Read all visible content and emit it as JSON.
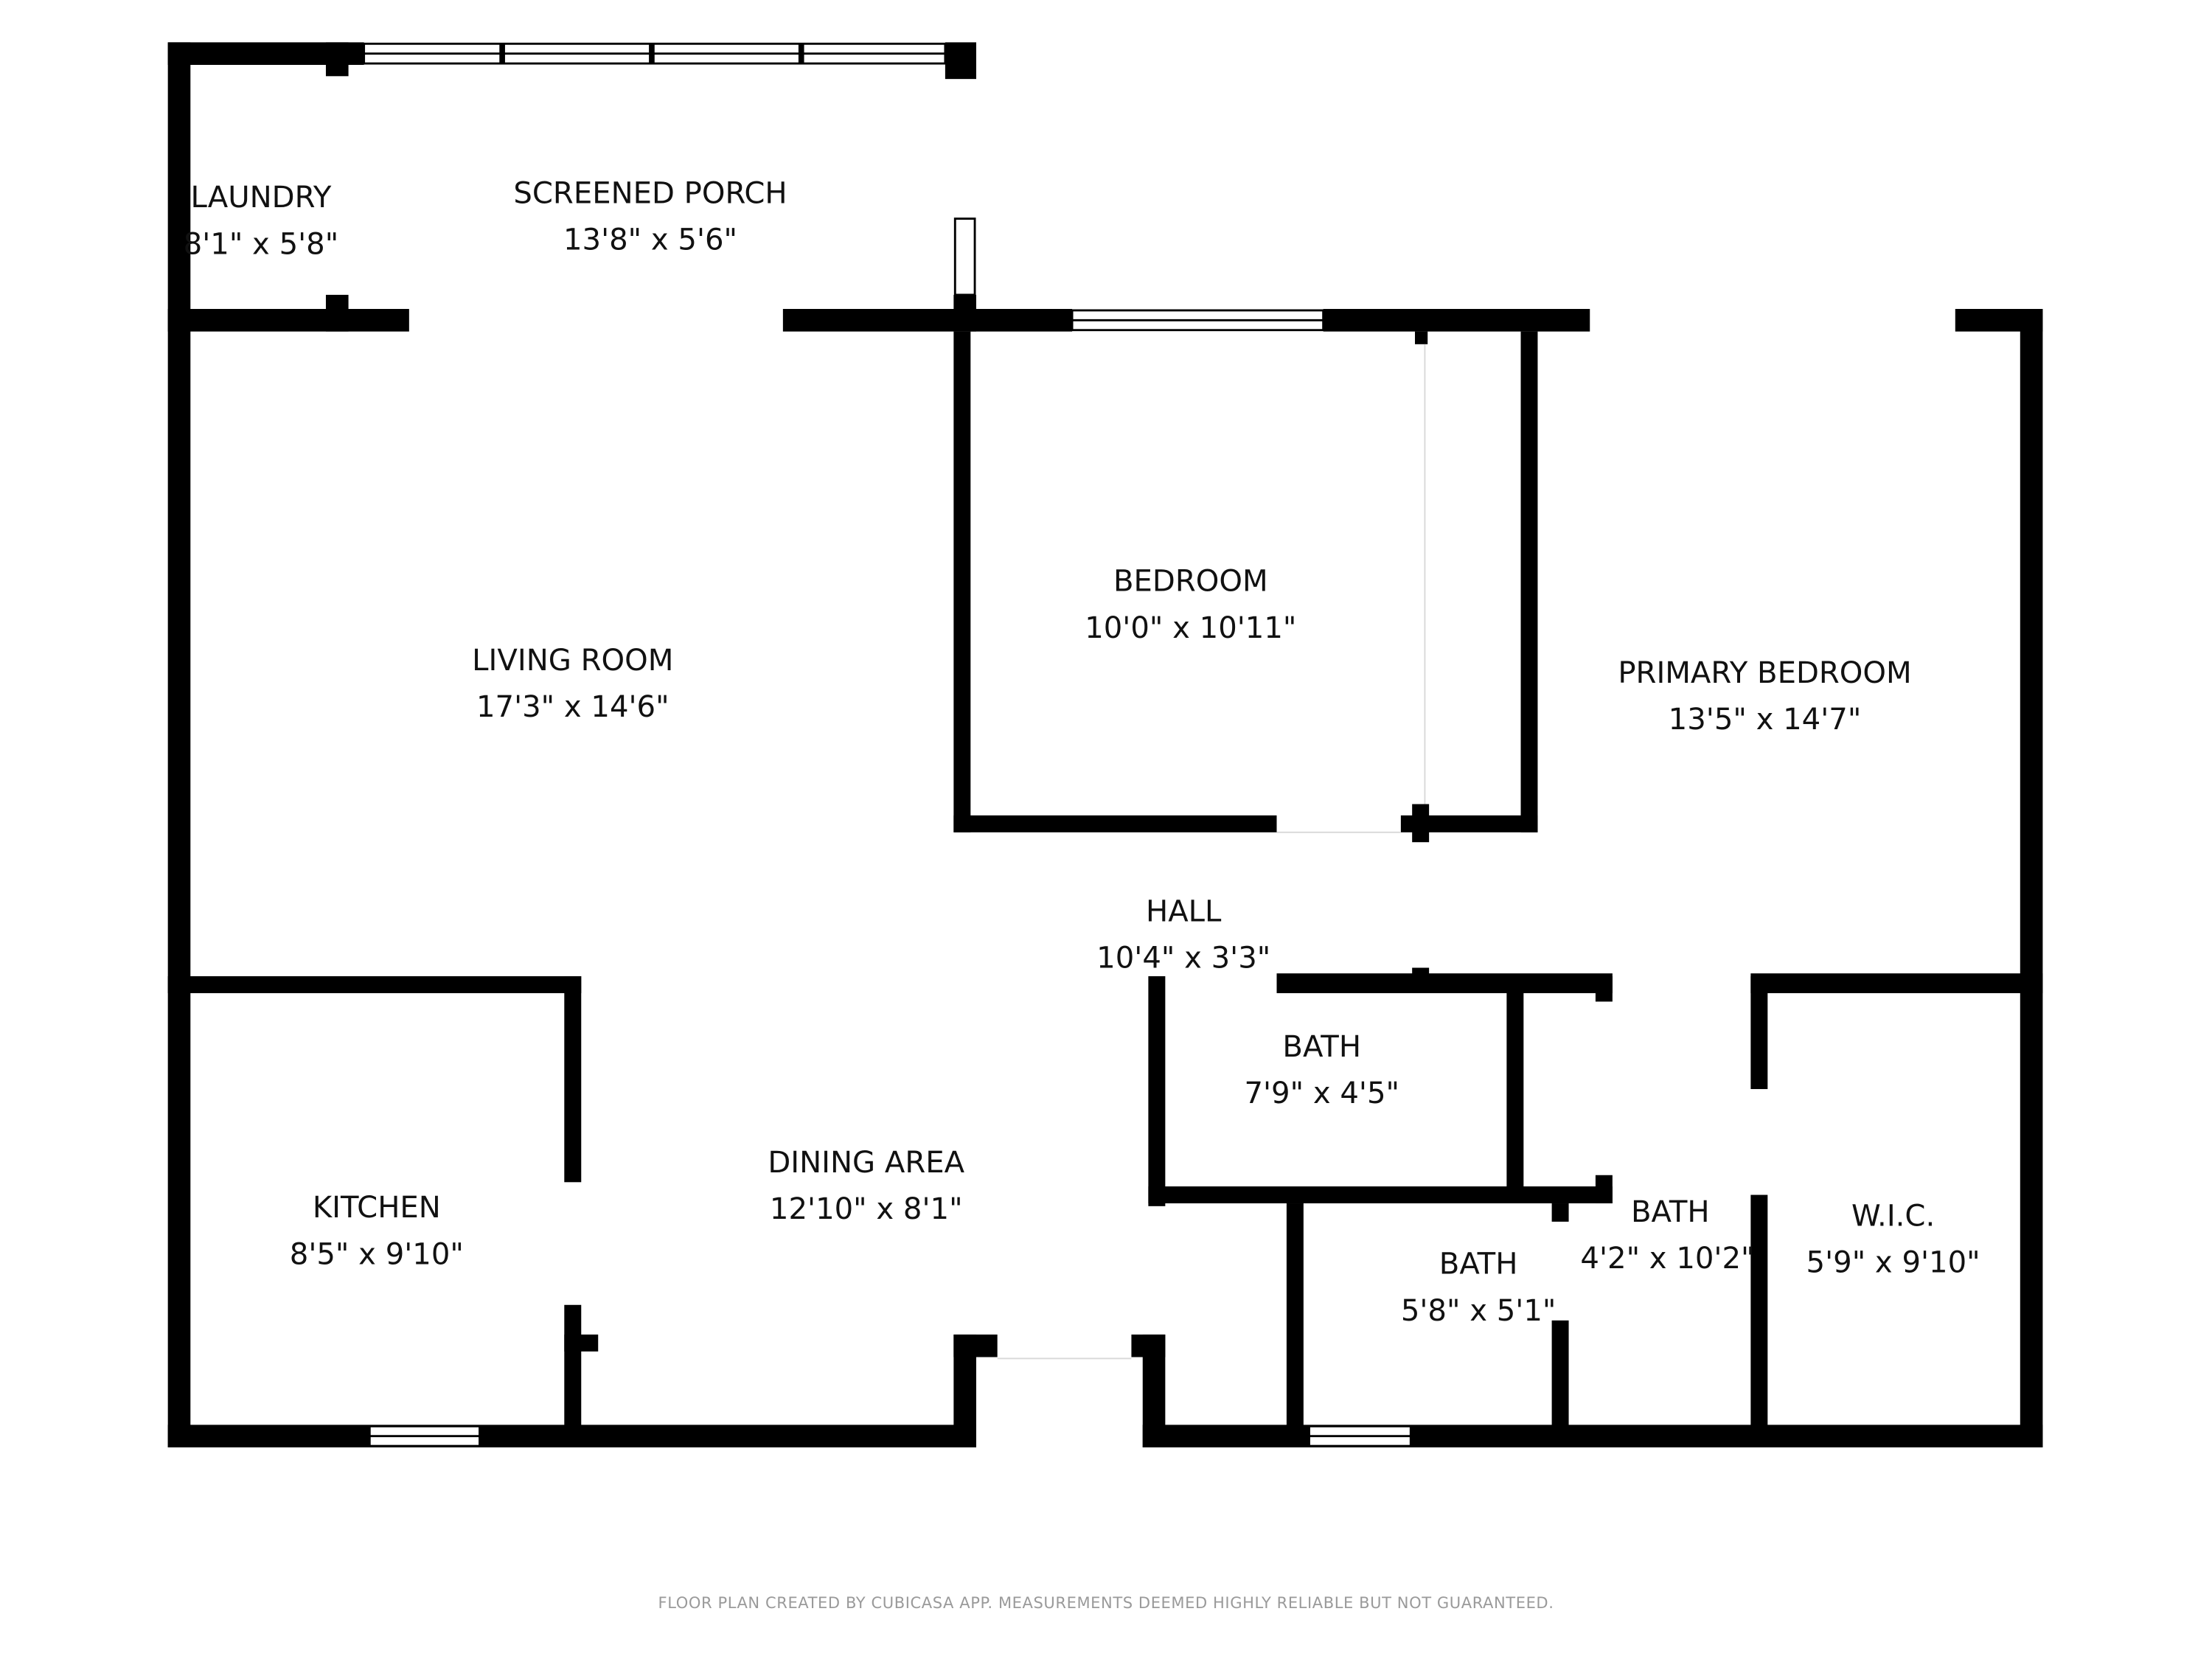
{
  "rooms": [
    {
      "name": "LAUNDRY",
      "dims": "8'1\" x 5'8\""
    },
    {
      "name": "SCREENED PORCH",
      "dims": "13'8\" x 5'6\""
    },
    {
      "name": "LIVING ROOM",
      "dims": "17'3\" x 14'6\""
    },
    {
      "name": "BEDROOM",
      "dims": "10'0\" x 10'11\""
    },
    {
      "name": "PRIMARY BEDROOM",
      "dims": "13'5\" x 14'7\""
    },
    {
      "name": "HALL",
      "dims": "10'4\" x 3'3\""
    },
    {
      "name": "KITCHEN",
      "dims": "8'5\" x 9'10\""
    },
    {
      "name": "DINING AREA",
      "dims": "12'10\" x 8'1\""
    },
    {
      "name": "BATH",
      "dims": "7'9\" x 4'5\""
    },
    {
      "name": "BATH",
      "dims": "5'8\" x 5'1\""
    },
    {
      "name": "BATH",
      "dims": "4'2\" x 10'2\""
    },
    {
      "name": "W.I.C.",
      "dims": "5'9\" x 9'10\""
    }
  ],
  "footer": "FLOOR PLAN CREATED BY CUBICASA APP. MEASUREMENTS DEEMED HIGHLY RELIABLE BUT NOT GUARANTEED.",
  "colors": {
    "wall": "#000000",
    "background": "#ffffff",
    "footer_text": "#9a9a9a"
  }
}
